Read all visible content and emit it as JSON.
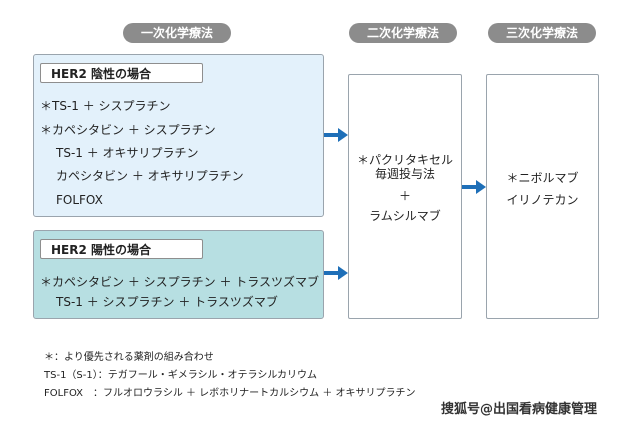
{
  "headers": {
    "first": "一次化学療法",
    "second": "二次化学療法",
    "third": "三次化学療法"
  },
  "her2_negative": {
    "label": "HER2 陰性の場合",
    "regimens": [
      "＊TS-1 ＋ シスプラチン",
      "＊カペシタビン ＋ シスプラチン",
      "TS-1 ＋ オキサリプラチン",
      "カペシタビン ＋ オキサリプラチン",
      "FOLFOX"
    ]
  },
  "her2_positive": {
    "label": "HER2 陽性の場合",
    "regimens": [
      "＊カペシタビン ＋ シスプラチン ＋ トラスツズマブ",
      "TS-1 ＋ シスプラチン ＋ トラスツズマブ"
    ]
  },
  "second_line": {
    "line1": "＊パクリタキセル",
    "line2": "毎週投与法",
    "plus": "＋",
    "line3": "ラムシルマブ"
  },
  "third_line": {
    "line1": "＊ニボルマブ",
    "line2": "イリノテカン"
  },
  "notes": {
    "star": "＊：より優先される薬剤の組み合わせ",
    "ts1": "TS-1（S-1）：テガフール・ギメラシル・オテラシルカリウム",
    "folfox": "FOLFOX　：フルオロウラシル ＋ レボホリナートカルシウム ＋ オキサリプラチン"
  },
  "watermark": "搜狐号@出国看病健康管理",
  "colors": {
    "arrow": "#1e6fb8",
    "pill": "#8c8c8c",
    "negative_panel": "#e3f1fb",
    "positive_panel": "#b7dfe2"
  }
}
